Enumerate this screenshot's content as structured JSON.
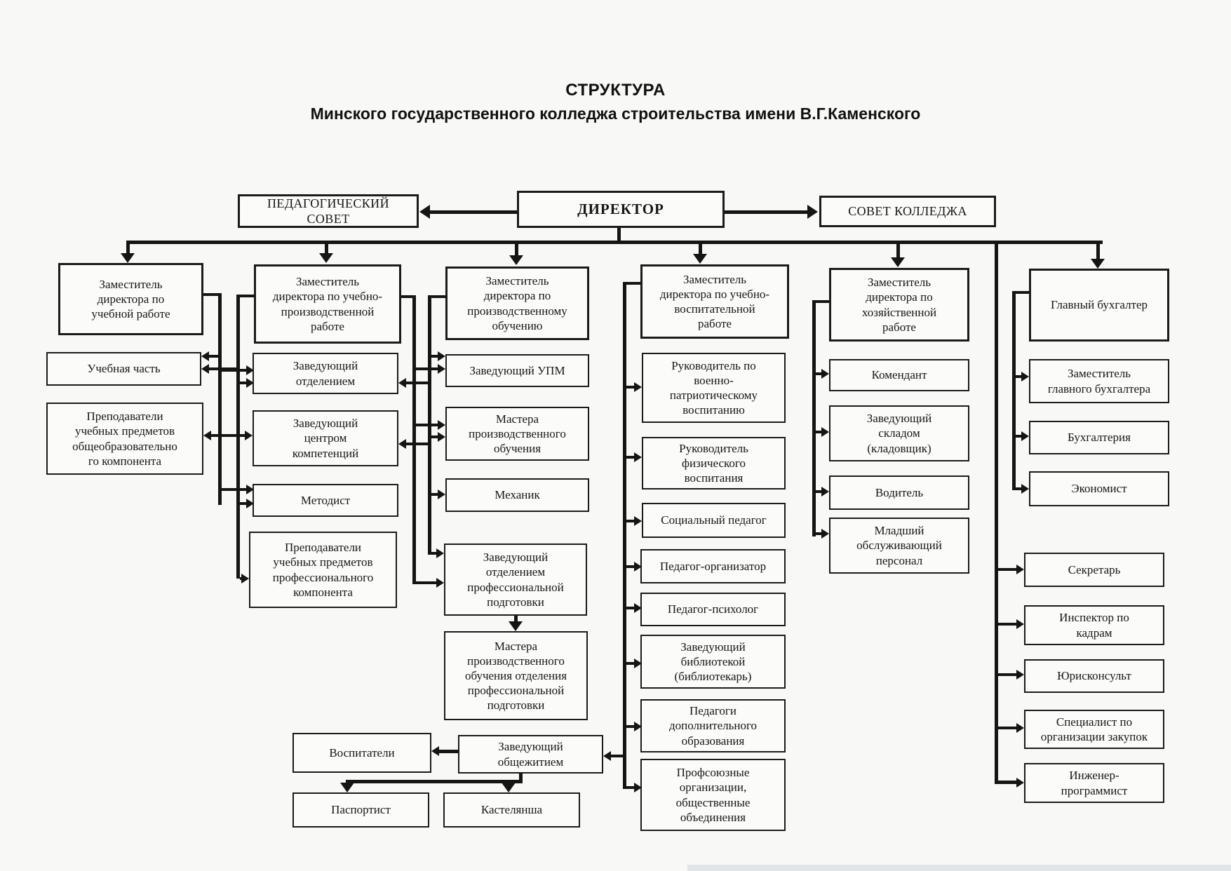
{
  "title": {
    "line1": "СТРУКТУРА",
    "line2": "Минского государственного колледжа строительства имени В.Г.Каменского"
  },
  "colors": {
    "ink": "#1b1b1b",
    "paper": "#f8f8f6"
  },
  "boxes": [
    {
      "id": "pedsovet",
      "label": "ПЕДАГОГИЧЕСКИЙ\nСОВЕТ"
    },
    {
      "id": "director",
      "label": "ДИРЕКТОР"
    },
    {
      "id": "sovet",
      "label": "СОВЕТ КОЛЛЕДЖА"
    },
    {
      "id": "c1head",
      "label": "Заместитель\nдиректора по\nучебной работе"
    },
    {
      "id": "c1a",
      "label": "Учебная часть"
    },
    {
      "id": "c1b",
      "label": "Преподаватели\nучебных предметов\nобщеобразовательно\nго компонента"
    },
    {
      "id": "c2head",
      "label": "Заместитель\nдиректора по учебно-\nпроизводственной\nработе"
    },
    {
      "id": "c2a",
      "label": "Заведующий\nотделением"
    },
    {
      "id": "c2b",
      "label": "Заведующий\nцентром\nкомпетенций"
    },
    {
      "id": "c2c",
      "label": "Методист"
    },
    {
      "id": "c2d",
      "label": "Преподаватели\nучебных предметов\nпрофессионального\nкомпонента"
    },
    {
      "id": "c3head",
      "label": "Заместитель\nдиректора по\nпроизводственному\nобучению"
    },
    {
      "id": "c3a",
      "label": "Заведующий УПМ"
    },
    {
      "id": "c3b",
      "label": "Мастера\nпроизводственного\nобучения"
    },
    {
      "id": "c3c",
      "label": "Механик"
    },
    {
      "id": "c3d",
      "label": "Заведующий\nотделением\nпрофессиональной\nподготовки"
    },
    {
      "id": "c3e",
      "label": "Мастера\nпроизводственного\nобучения отделения\nпрофессиональной\nподготовки"
    },
    {
      "id": "vospit",
      "label": "Воспитатели"
    },
    {
      "id": "hostel",
      "label": "Заведующий\nобщежитием"
    },
    {
      "id": "pasport",
      "label": "Паспортист"
    },
    {
      "id": "kastel",
      "label": "Кастелянша"
    },
    {
      "id": "c4head",
      "label": "Заместитель\nдиректора по учебно-\nвоспитательной\nработе"
    },
    {
      "id": "c4a",
      "label": "Руководитель по\nвоенно-\nпатриотическому\nвоспитанию"
    },
    {
      "id": "c4b",
      "label": "Руководитель\nфизического\nвоспитания"
    },
    {
      "id": "c4c",
      "label": "Социальный педагог"
    },
    {
      "id": "c4d",
      "label": "Педагог-организатор"
    },
    {
      "id": "c4e",
      "label": "Педагог-психолог"
    },
    {
      "id": "c4f",
      "label": "Заведующий\nбиблиотекой\n(библиотекарь)"
    },
    {
      "id": "c4g",
      "label": "Педагоги\nдополнительного\nобразования"
    },
    {
      "id": "c4h",
      "label": "Профсоюзные\nорганизации,\nобщественные\nобъединения"
    },
    {
      "id": "c5head",
      "label": "Заместитель\nдиректора по\nхозяйственной\nработе"
    },
    {
      "id": "c5a",
      "label": "Комендант"
    },
    {
      "id": "c5b",
      "label": "Заведующий\nскладом\n(кладовщик)"
    },
    {
      "id": "c5c",
      "label": "Водитель"
    },
    {
      "id": "c5d",
      "label": "Младший\nобслуживающий\nперсонал"
    },
    {
      "id": "c6head",
      "label": "Главный бухгалтер"
    },
    {
      "id": "c6a",
      "label": "Заместитель\nглавного бухгалтера"
    },
    {
      "id": "c6b",
      "label": "Бухгалтерия"
    },
    {
      "id": "c6c",
      "label": "Экономист"
    },
    {
      "id": "sec1",
      "label": "Секретарь"
    },
    {
      "id": "sec2",
      "label": "Инспектор по\nкадрам"
    },
    {
      "id": "sec3",
      "label": "Юрисконсульт"
    },
    {
      "id": "sec4",
      "label": "Специалист по\nорганизации закупок"
    },
    {
      "id": "sec5",
      "label": "Инженер-\nпрограммист"
    }
  ]
}
